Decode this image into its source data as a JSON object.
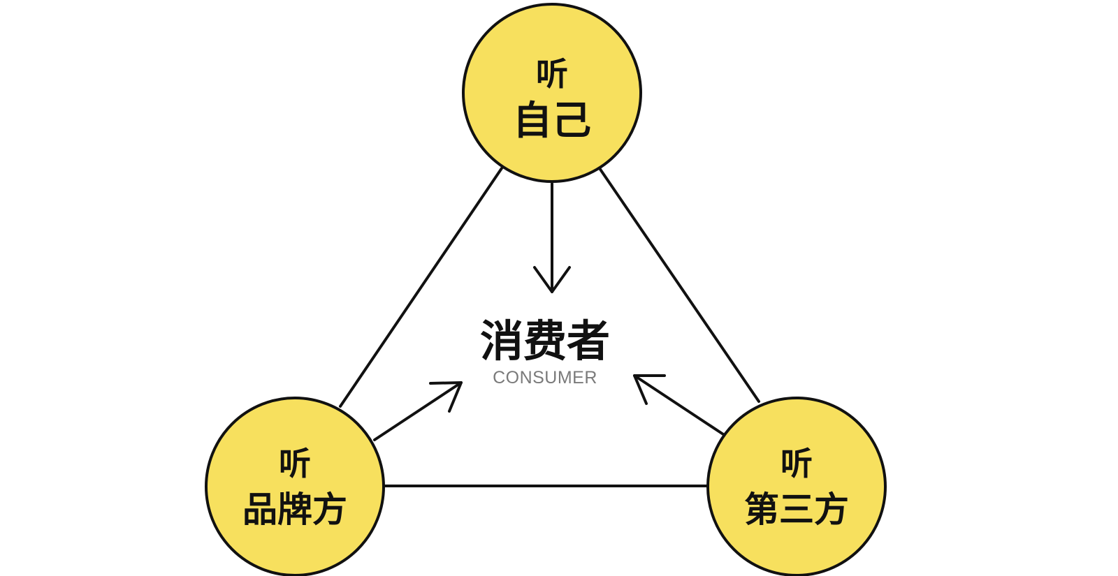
{
  "colors": {
    "node_fill": "#F7E05E",
    "stroke": "#111111",
    "subtitle": "#7a7a7a"
  },
  "center": {
    "title": "消费者",
    "subtitle": "CONSUMER"
  },
  "nodes": {
    "top": {
      "line1": "听",
      "line2": "自己"
    },
    "left": {
      "line1": "听",
      "line2": "品牌方"
    },
    "right": {
      "line1": "听",
      "line2": "第三方"
    }
  }
}
